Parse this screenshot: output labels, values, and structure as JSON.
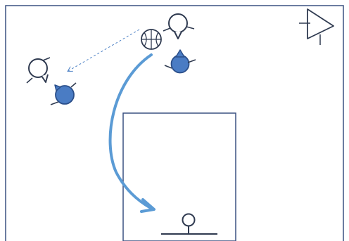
{
  "diagram": {
    "kind": "basketball-court-play",
    "colors": {
      "court_line": "#3a5180",
      "offense_outline": "#2f3a50",
      "defense_fill": "#4a7cc4",
      "defense_stroke": "#2b4f8a",
      "cut_arrow": "#5b9bd5",
      "pass_arrow": "#4f83c6"
    },
    "icons": {
      "ball": "basketball-icon",
      "offense": "offensive-player-icon",
      "defense": "defensive-player-icon",
      "coach": "coach-triangle-icon",
      "basket": "basket-hoop-icon"
    },
    "offensive_players": [
      "player-top",
      "player-left"
    ],
    "defensive_players": [
      "defender-top",
      "defender-left"
    ],
    "actions": [
      {
        "type": "pass",
        "style": "dashed",
        "from": "ball",
        "to": "player-left"
      },
      {
        "type": "cut",
        "style": "solid",
        "from": "ball",
        "to": "paint"
      }
    ]
  }
}
